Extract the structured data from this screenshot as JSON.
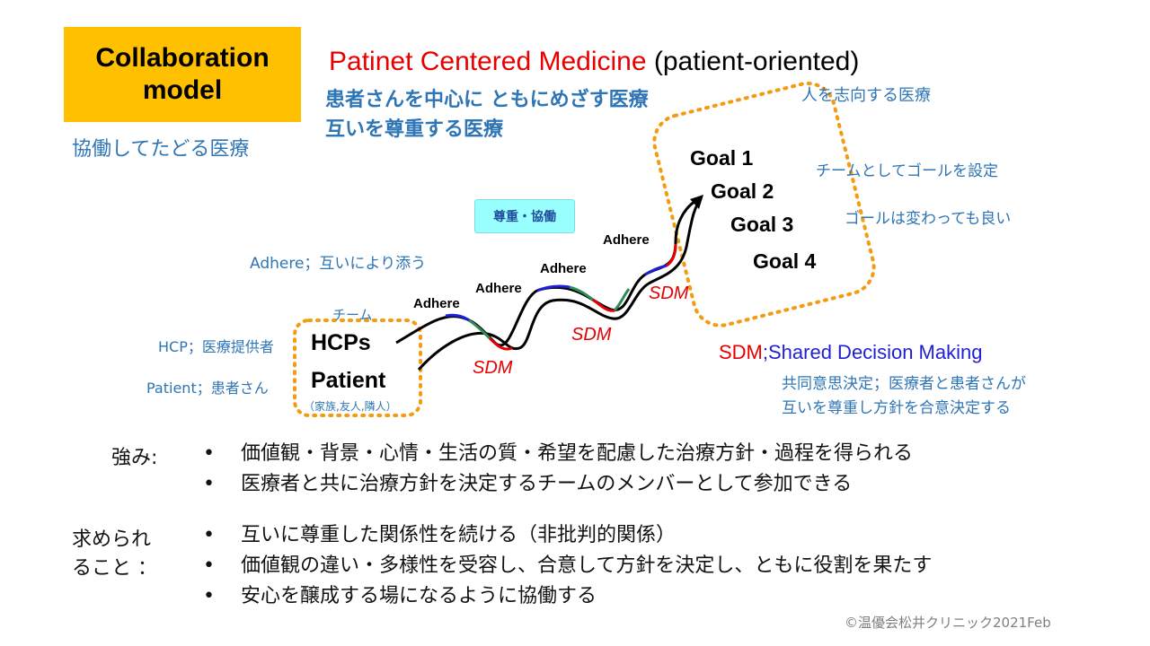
{
  "collaboration": {
    "title": "Collaboration\nmodel",
    "subtitle": "協働してたどる医療"
  },
  "header": {
    "title_red": "Patinet Centered Medicine",
    "title_black": " (patient-oriented)",
    "subtitle_line1": "患者さんを中心に ともにめざす医療",
    "subtitle_line2": "互いを尊重する医療",
    "aside": "人を志向する医療"
  },
  "goals": {
    "items": [
      "Goal 1",
      "Goal 2",
      "Goal 3",
      "Goal 4"
    ],
    "note1": "チームとしてゴールを設定",
    "note2": "ゴールは変わっても良い"
  },
  "path": {
    "respect_label": "尊重・協働",
    "adhere_labels": [
      "Adhere",
      "Adhere",
      "Adhere",
      "Adhere"
    ],
    "adhere_desc": "Adhere；互いにより添う",
    "sdm_labels": [
      "SDM",
      "SDM",
      "SDM"
    ]
  },
  "team": {
    "label": "チーム",
    "hcps": "HCPs",
    "patient": "Patient",
    "family": "（家族,友人,隣人）",
    "hcp_desc": "HCP；医療提供者",
    "patient_desc": "Patient；患者さん"
  },
  "sdm_def": {
    "abbr": "SDM",
    "full": ";Shared Decision Making",
    "desc_line1": "共同意思決定；医療者と患者さんが",
    "desc_line2": "互いを尊重し方針を合意決定する"
  },
  "strengths": {
    "label": "強み:",
    "items": [
      "価値観・背景・心情・生活の質・希望を配慮した治療方針・過程を得られる",
      "医療者と共に治療方針を決定するチームのメンバーとして参加できる"
    ]
  },
  "requirements": {
    "label_line1": "求められ",
    "label_line2": "ること ：",
    "items": [
      "互いに尊重した関係性を続ける（非批判的関係）",
      "価値観の違い・多様性を受容し、合意して方針を決定し、ともに役割を果たす",
      "安心を醸成する場になるように協働する"
    ]
  },
  "copyright": "©温優会松井クリニック2021Feb",
  "colors": {
    "accent_orange": "#ffc000",
    "dotted_orange": "#f39c12",
    "label_blue": "#2e75b6",
    "sdm_red": "#e60000",
    "adhere_blue": "#1f1fd6",
    "adhere_green": "#2e8b57"
  }
}
